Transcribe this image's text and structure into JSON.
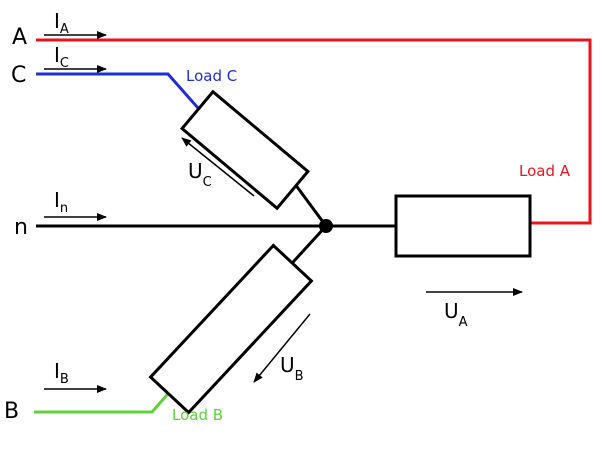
{
  "phases": {
    "a": "A",
    "c": "C",
    "n": "n",
    "b": "B"
  },
  "currents": {
    "a": {
      "main": "I",
      "sub": "A"
    },
    "c": {
      "main": "I",
      "sub": "C"
    },
    "n": {
      "main": "I",
      "sub": "n"
    },
    "b": {
      "main": "I",
      "sub": "B"
    }
  },
  "voltages": {
    "a": {
      "main": "U",
      "sub": "A"
    },
    "b": {
      "main": "U",
      "sub": "B"
    },
    "c": {
      "main": "U",
      "sub": "C"
    }
  },
  "loads": {
    "a": "Load A",
    "b": "Load B",
    "c": "Load C"
  },
  "colors": {
    "phase_a": "#e8141c",
    "phase_b": "#5fd13a",
    "phase_c": "#1f2fd6",
    "neutral": "#000000"
  }
}
